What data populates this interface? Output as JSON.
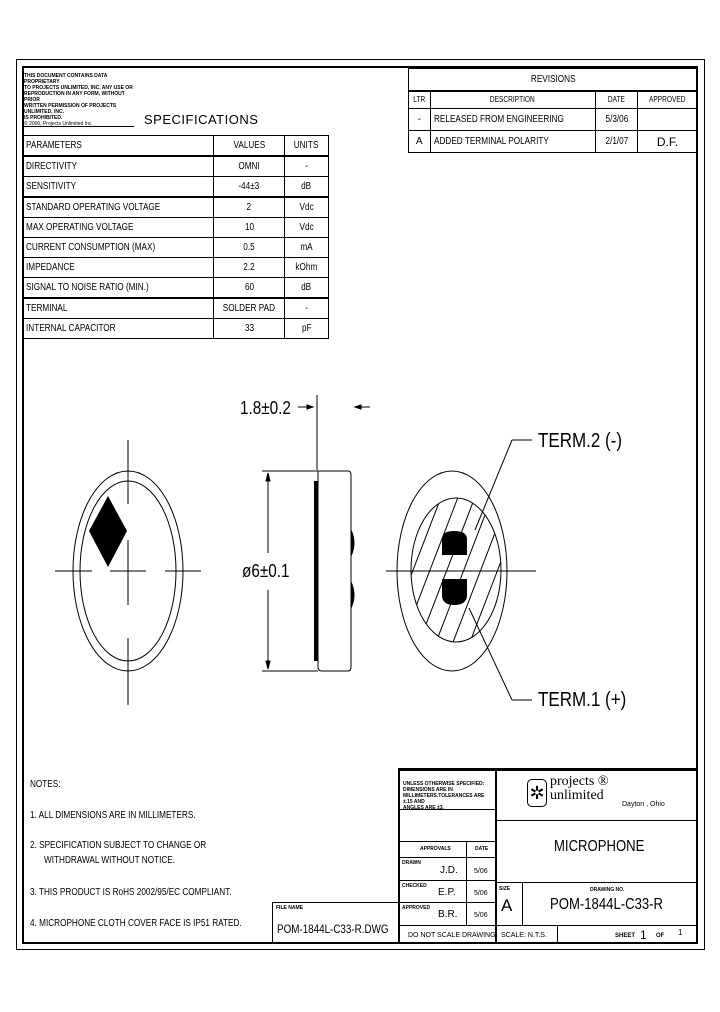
{
  "disclaimer": {
    "lines": [
      "THIS DOCUMENT CONTAINS DATA PROPRIETARY",
      "TO PROJECTS UNLIMITED, INC. ANY USE OR",
      "REPRODUCTION IN ANY FORM, WITHOUT PRIOR",
      "WRITTEN PERMISSION OF PROJECTS UNLIMITED, INC.",
      "IS PROHIBITED.",
      "© 2006, Projects Unlimited Inc."
    ]
  },
  "specifications": {
    "title": "SPECIFICATIONS",
    "headers": [
      "PARAMETERS",
      "VALUES",
      "UNITS"
    ],
    "rows": [
      {
        "parameter": "DIRECTIVITY",
        "value": "OMNI",
        "unit": "-"
      },
      {
        "parameter": "SENSITIVITY",
        "value": "-44±3",
        "unit": "dB"
      },
      {
        "parameter": "STANDARD OPERATING VOLTAGE",
        "value": "2",
        "unit": "Vdc"
      },
      {
        "parameter": "MAX OPERATING VOLTAGE",
        "value": "10",
        "unit": "Vdc"
      },
      {
        "parameter": "CURRENT CONSUMPTION (MAX)",
        "value": "0.5",
        "unit": "mA"
      },
      {
        "parameter": "IMPEDANCE",
        "value": "2.2",
        "unit": "kOhm"
      },
      {
        "parameter": "SIGNAL TO NOISE RATIO (MIN.)",
        "value": "60",
        "unit": "dB"
      },
      {
        "parameter": "TERMINAL",
        "value": "SOLDER PAD",
        "unit": "-"
      },
      {
        "parameter": "INTERNAL CAPACITOR",
        "value": "33",
        "unit": "pF"
      }
    ]
  },
  "revisions": {
    "title": "REVISIONS",
    "headers": [
      "LTR",
      "DESCRIPTION",
      "DATE",
      "APPROVED"
    ],
    "rows": [
      {
        "ltr": "-",
        "description": "RELEASED FROM ENGINEERING",
        "date": "5/3/06",
        "approved": ""
      },
      {
        "ltr": "A",
        "description": "ADDED TERMINAL POLARITY",
        "date": "2/1/07",
        "approved": "D.F."
      }
    ]
  },
  "drawing": {
    "thickness_dim": "1.8±0.2",
    "diameter_dim": "ø6±0.1",
    "term2_label": "TERM.2  (-)",
    "term1_label": "TERM.1  (+)"
  },
  "notes": {
    "title": "NOTES:",
    "items": [
      "1. ALL DIMENSIONS ARE IN MILLIMETERS.",
      "2. SPECIFICATION SUBJECT TO CHANGE OR",
      "WITHDRAWAL WITHOUT NOTICE.",
      "3. THIS PRODUCT IS RoHS 2002/95/EC COMPLIANT.",
      "4. MICROPHONE CLOTH COVER FACE IS IP51 RATED."
    ]
  },
  "title_block": {
    "file_name_label": "FILE NAME",
    "file_name": "POM-1844L-C33-R.DWG",
    "tolerance_note": [
      "UNLESS OTHERWISE SPECIFIED:",
      "DIMENSIONS ARE IN",
      "MILLIMETERS.TOLERANCES ARE ±.15 AND",
      "ANGLES ARE ±3."
    ],
    "company_line1": "projects ®",
    "company_line2": "unlimited",
    "location": "Dayton , Ohio",
    "part_title": "MICROPHONE",
    "approvals_header": "APPROVALS",
    "date_header": "DATE",
    "approvals": [
      {
        "role": "DRAWN",
        "initials": "J.D.",
        "date": "5/06"
      },
      {
        "role": "CHECKED",
        "initials": "E.P.",
        "date": "5/06"
      },
      {
        "role": "APPROVED",
        "initials": "B.R.",
        "date": "5/06"
      }
    ],
    "size_label": "SIZE",
    "size": "A",
    "drawing_no_label": "DRAWING NO.",
    "drawing_no": "POM-1844L-C33-R",
    "do_not_scale": "DO NOT SCALE DRAWING",
    "scale": "SCALE: N.T.S.",
    "sheet_label": "SHEET",
    "sheet": "1",
    "of_label": "OF",
    "sheet_total": "1"
  }
}
